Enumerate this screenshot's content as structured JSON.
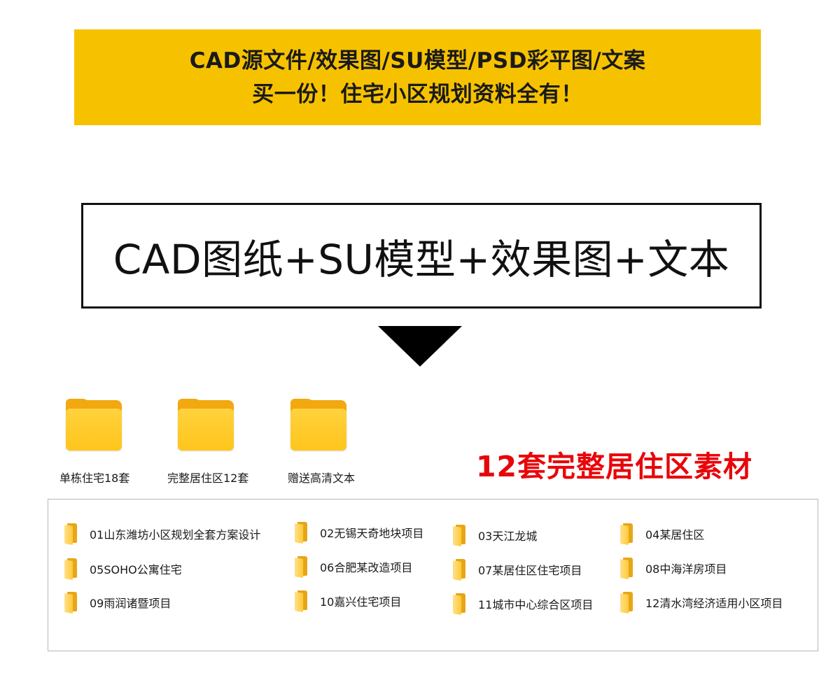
{
  "banner": {
    "line1": "CAD源文件/效果图/SU模型/PSD彩平图/文案",
    "line2": "买一份！住宅小区规划资料全有！"
  },
  "headline": "CAD图纸+SU模型+效果图+文本",
  "folders": [
    {
      "label": "单栋住宅18套",
      "icon": "folder-icon"
    },
    {
      "label": "完整居住区12套",
      "icon": "folder-icon"
    },
    {
      "label": "赠送高清文本",
      "icon": "folder-icon"
    }
  ],
  "red_title": "12套完整居住区素材",
  "colors": {
    "banner": "#f6c200",
    "red_title": "#e8060a",
    "folder": "#ffc51c"
  },
  "projects": [
    "01山东潍坊小区规划全套方案设计",
    "02无锡天奇地块项目",
    "03天江龙城",
    "04某居住区",
    "05SOHO公寓住宅",
    "06合肥某改造项目",
    "07某居住区住宅项目",
    "08中海洋房项目",
    "09雨润诸暨项目",
    "10嘉兴住宅项目",
    "11城市中心综合区项目",
    "12清水湾经济适用小区项目"
  ]
}
